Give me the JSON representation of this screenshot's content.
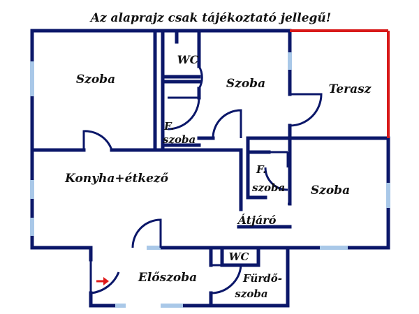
{
  "note": "Az alaprajz csak tájékoztató jellegű!",
  "rooms": {
    "room_nw": "Szoba",
    "wc_top": "WC",
    "room_center": "Szoba",
    "terrace": "Terasz",
    "bath_top_line1": "F.",
    "bath_top_line2": "szoba",
    "kitchen": "Konyha+étkező",
    "bath_mid_line1": "F.",
    "bath_mid_line2": "szoba",
    "room_east": "Szoba",
    "corridor": "Átjáró",
    "hall": "Előszoba",
    "wc_bottom": "WC",
    "bathroom_line1": "Fürdő-",
    "bathroom_line2": "szoba"
  },
  "colors": {
    "wall": "#0b1769",
    "window": "#a9c8e8",
    "terrace_edge": "#d81a1a",
    "arrow": "#e01b1b"
  },
  "icons": {
    "entrance": "entrance-arrow-icon"
  }
}
